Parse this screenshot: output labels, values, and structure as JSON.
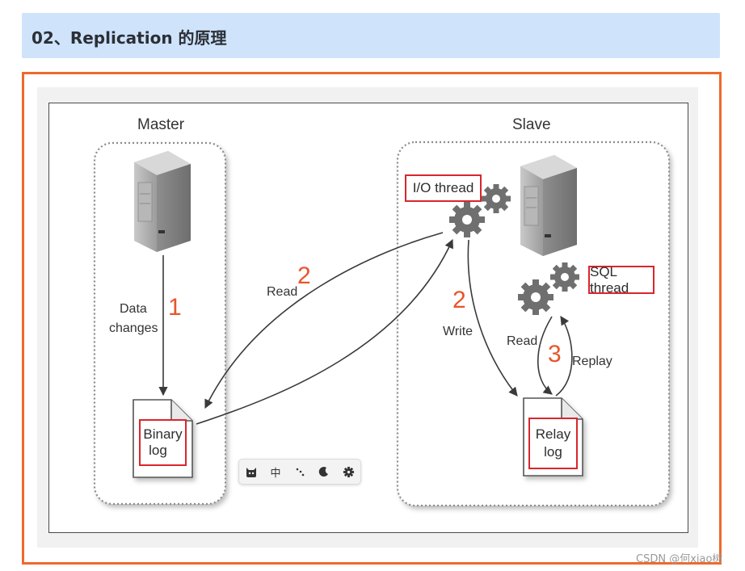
{
  "header": {
    "title": "02、Replication 的原理"
  },
  "diagram": {
    "master": {
      "label": "Master",
      "data_changes": [
        "Data",
        "changes"
      ],
      "step": "1",
      "binary_log": [
        "Binary",
        "log"
      ]
    },
    "slave": {
      "label": "Slave",
      "io_thread": "I/O thread",
      "sql_thread": "SQL thread",
      "relay_log": [
        "Relay",
        "log"
      ],
      "write_label": "Write",
      "write_step": "2",
      "read_label": "Read",
      "replay_label": "Replay",
      "replay_step": "3"
    },
    "read_link": {
      "label": "Read",
      "step": "2"
    }
  },
  "toolbar": {
    "items": [
      "cat-icon",
      "中",
      "dots-icon",
      "moon-icon",
      "gear-icon"
    ]
  },
  "watermark": "CSDN @何xiao树",
  "colors": {
    "accent": "#ee6a2b",
    "step_orange": "#e8552a",
    "highlight_red": "#d9262c",
    "title_bg": "#cfe3fb"
  }
}
